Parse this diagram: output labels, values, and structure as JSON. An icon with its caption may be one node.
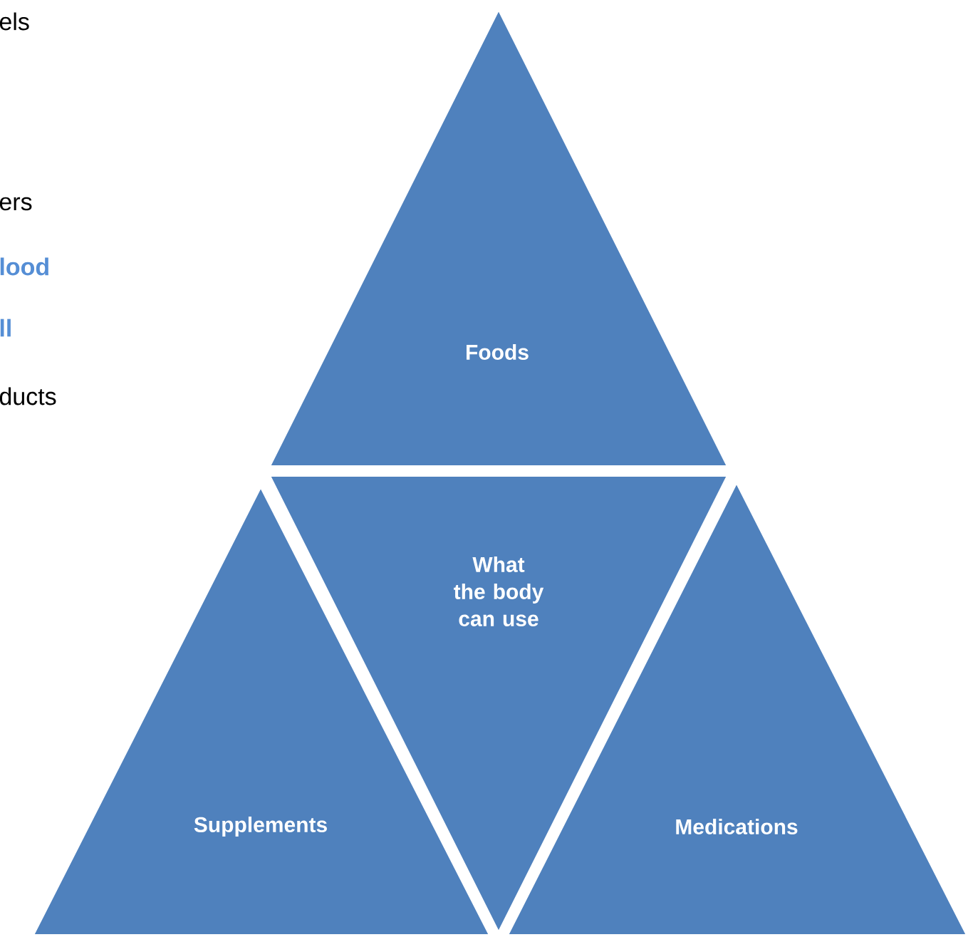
{
  "diagram": {
    "nodes": [
      {
        "text": [
          "Foods"
        ]
      },
      {
        "text": [
          "What the body can use"
        ]
      },
      {
        "text": [
          "Supplements"
        ]
      },
      {
        "text": [
          "Medications"
        ]
      }
    ],
    "labels": [
      "els",
      "ers",
      "lood",
      "ll",
      "ducts"
    ]
  }
}
